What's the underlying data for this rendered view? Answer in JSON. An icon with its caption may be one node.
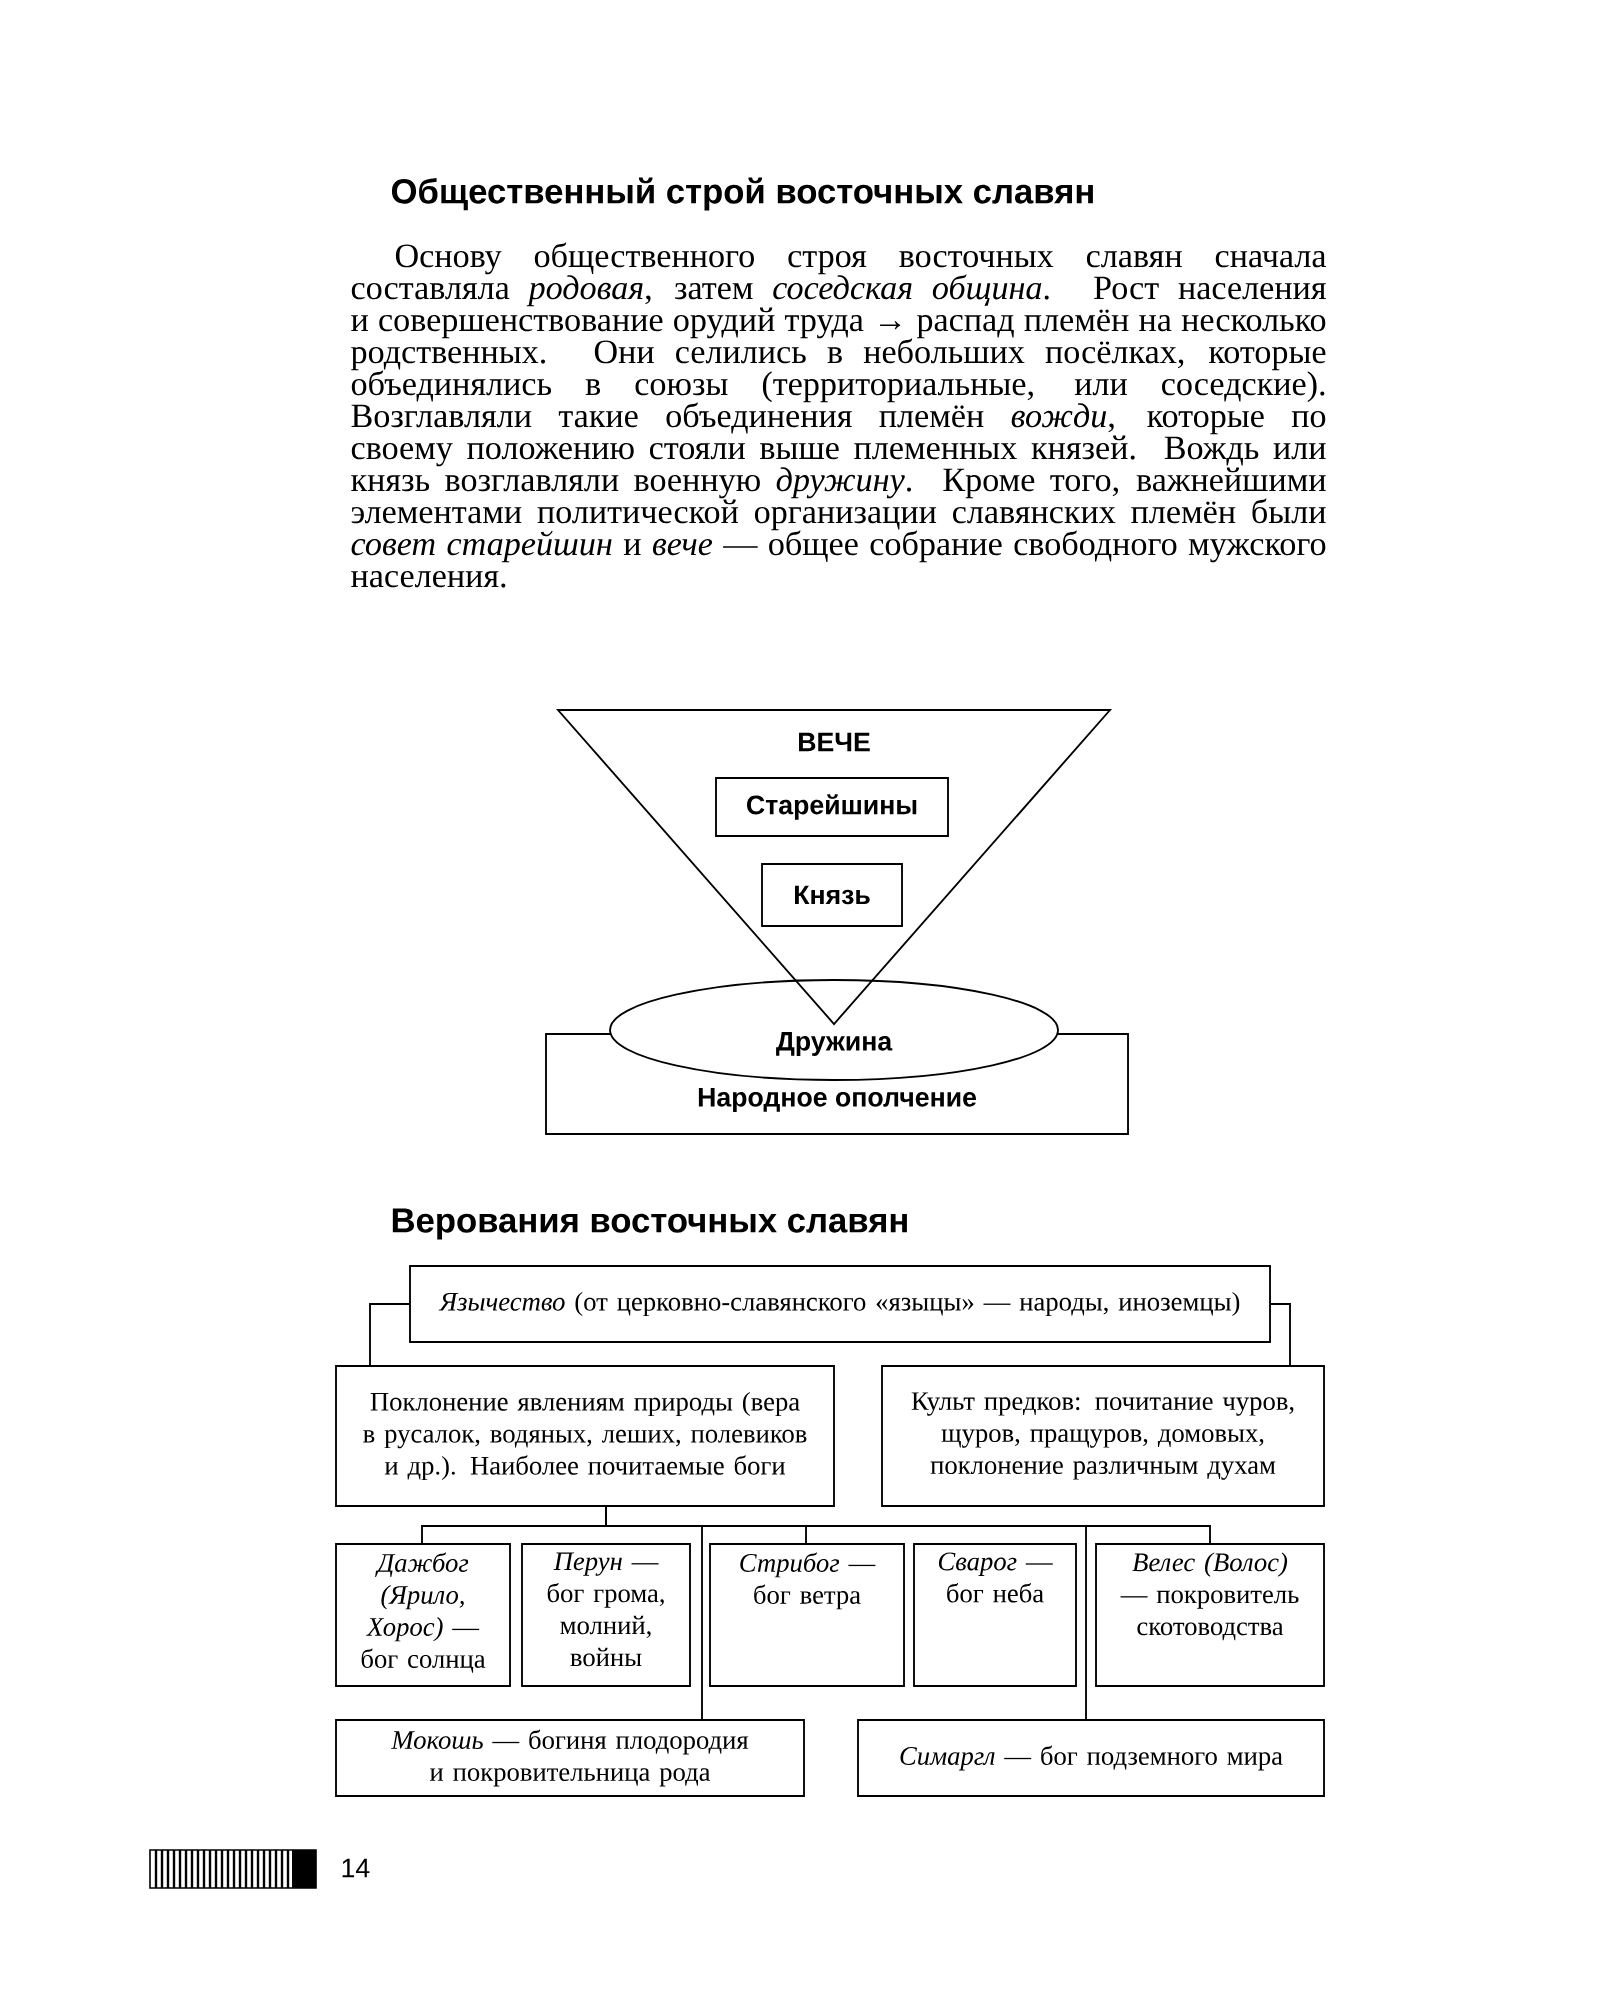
{
  "diagram": {
    "title": "Общественный строй восточных славян",
    "nodes": [
      {
        "text": [
          "ВЕЧЕ"
        ]
      },
      {
        "text": [
          "Старейшины"
        ],
        "in": 0
      },
      {
        "text": [
          "Князь"
        ],
        "in": 0
      },
      {
        "text": [
          "Дружина"
        ]
      },
      {
        "text": [
          "Народное ополчение"
        ]
      },
      {
        "text": [
          "*Язычество* (от церковно-славянского «языцы» — народы, иноземцы)"
        ]
      },
      {
        "text": [
          "Поклонение явлениям природы (вера в русалок, водяных, леших, полевиков и др.). Наиболее почитаемые боги"
        ]
      },
      {
        "text": [
          "Культ предков: почитание чуров, щуров, пращуров, домовых, поклонение различным духам"
        ]
      },
      {
        "text": [
          "*Дажбог (Ярило, Хорос)* — бог солнца"
        ]
      },
      {
        "text": [
          "*Перун* — бог грома, молний, войны"
        ]
      },
      {
        "text": [
          "*Стрибог* — бог ветра"
        ]
      },
      {
        "text": [
          "*Сварог* — бог неба"
        ]
      },
      {
        "text": [
          "*Велес (Волос)* — покровитель скотоводства"
        ]
      },
      {
        "text": [
          "*Мокошь* — богиня плодородия и покровительница рода"
        ]
      },
      {
        "text": [
          "*Симаргл* — бог подземного мира"
        ]
      }
    ],
    "edges": [
      {
        "from": 5,
        "to": 6,
        "arrow": "none"
      },
      {
        "from": 5,
        "to": 7,
        "arrow": "none"
      },
      {
        "from": 6,
        "to": 8,
        "arrow": "none"
      },
      {
        "from": 6,
        "to": 10,
        "arrow": "none"
      },
      {
        "from": 6,
        "to": 12,
        "arrow": "none"
      },
      {
        "from": 6,
        "to": 13,
        "arrow": "none"
      },
      {
        "from": 6,
        "to": 14,
        "arrow": "none"
      }
    ],
    "labels": [
      "Основу общественного строя восточных славян сначала составляла *родовая*, затем *соседская община*. Рост населения и совершенствование орудий труда → распад племён на несколько родственных. Они селились в небольших посёлках, которые объединялись в союзы (территориальные, или соседские). Возглавляли такие объединения племён *вожди*, которые по своему положению стояли выше племенных князей. Вождь или князь возглавляли военную *дружину*. Кроме того, важнейшими элементами политической организации славянских племён были *совет старейшин* и *вече* — общее собрание свободного мужского населения.",
      "Верования восточных славян",
      "14"
    ]
  }
}
